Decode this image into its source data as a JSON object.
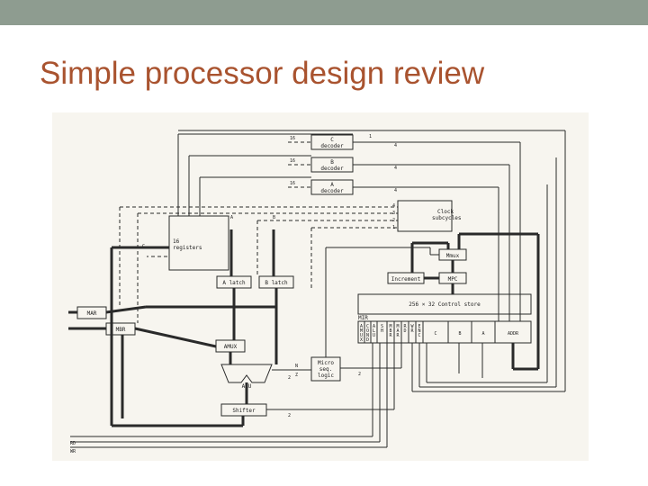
{
  "slide": {
    "title": "Simple processor design review",
    "title_color": "#a9532f",
    "top_bar_color": "#8e9c90"
  },
  "diagram": {
    "c_decoder": [
      "C",
      "decoder"
    ],
    "b_decoder": [
      "B",
      "decoder"
    ],
    "a_decoder": [
      "A",
      "decoder"
    ],
    "registers": [
      "16",
      "registers"
    ],
    "a_latch": "A latch",
    "b_latch": "B latch",
    "mar": "MAR",
    "mbr": "MBR",
    "amux": "AMUX",
    "alu": "ALU",
    "shifter": "Shifter",
    "micro_seq": [
      "Micro",
      "seq.",
      "logic"
    ],
    "clock": [
      "Clock",
      "subcycles"
    ],
    "clock_nums": [
      "4",
      "3",
      "2",
      "1"
    ],
    "mmux": "Mmux",
    "mpc": "MPC",
    "increment": "Increment",
    "control_store": "256 × 32 Control store",
    "mir": "MIR",
    "mir_fields": [
      "A M U X",
      "C O N D",
      "A L U",
      "S H",
      "M B R",
      "M A R",
      "R D",
      "W R",
      "E N C"
    ],
    "mir_tail": [
      "C",
      "B",
      "A",
      "ADDR"
    ],
    "bus_a": "A",
    "bus_b": "B",
    "bus_c": "C",
    "rd": "RD",
    "wr": "WR",
    "w16a": "16",
    "w16b": "16",
    "w16c": "16",
    "w4a": "4",
    "w4b": "4",
    "w4c": "4",
    "w1": "1",
    "w2a": "2",
    "w2b": "2",
    "w2c": "2",
    "wN": "N",
    "wZ": "Z"
  }
}
